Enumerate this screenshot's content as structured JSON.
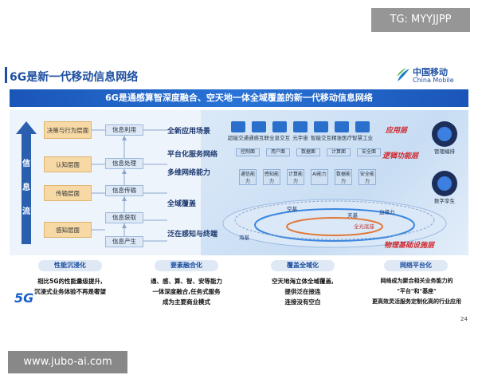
{
  "watermark_top": "TG: MYYJJPP",
  "watermark_bottom": "www.jubo-ai.com",
  "slide": {
    "title": "6G是新一代移动信息网络",
    "logo_cn": "中国移动",
    "logo_en": "China Mobile",
    "banner": "6G是通感算智深度融合、空天地一体全域覆盖的新一代移动信息网络",
    "page_number": "24",
    "badge_5g": "5G"
  },
  "left_flow": {
    "flow_chars": [
      "信",
      "息",
      "流"
    ],
    "layers": [
      {
        "label": "决策与行为层面",
        "info": "信息利用"
      },
      {
        "label": "认知层面",
        "info": "信息处理"
      },
      {
        "label": "传输层面",
        "info": "信息传输"
      },
      {
        "label": "感知层面",
        "info": "信息获取"
      },
      {
        "label": "",
        "info": "信息产生"
      }
    ]
  },
  "middle_labels": [
    "全新应用场景",
    "平台化服务网络",
    "多维网络能力",
    "全域覆盖",
    "泛在感知与终端"
  ],
  "right_diagram": {
    "app_layer_tag": "应用层",
    "logic_layer_tag": "逻辑功能层",
    "infra_layer_tag": "物理基础设施层",
    "apps": [
      "超能交通",
      "通感互联",
      "全息交互",
      "元宇宙",
      "智能交互",
      "精准医疗",
      "智慧工业"
    ],
    "controls": [
      "控制面",
      "用户面",
      "数据面",
      "计算面",
      "安全面"
    ],
    "capabilities": [
      "通信能力",
      "感知能力",
      "计算能力",
      "AI能力",
      "数据能力",
      "安全能力"
    ],
    "side_labels": [
      "管理编排",
      "数字孪生"
    ],
    "ring_labels": [
      "天基",
      "空基",
      "边缘力",
      "全光底座",
      "海基"
    ]
  },
  "bottom_cards": [
    {
      "head": "性能沉浸化",
      "text": [
        "相比5G的性能量级提升,",
        "沉浸式业务体验不再是奢望"
      ]
    },
    {
      "head": "要素融合化",
      "text": [
        "通、感、算、智、安等能力",
        "一体深度融合,任务式服务",
        "成为主要商业模式"
      ]
    },
    {
      "head": "覆盖全域化",
      "text": [
        "空天地海立体全域覆盖,",
        "提供泛在接连",
        "连接没有空白"
      ]
    },
    {
      "head": "网络平台化",
      "text": [
        "网络成为聚合相关业务能力的",
        "\"平台\"和\"基座\"",
        "更高效灵活服务定制化高的行业应用"
      ]
    }
  ]
}
